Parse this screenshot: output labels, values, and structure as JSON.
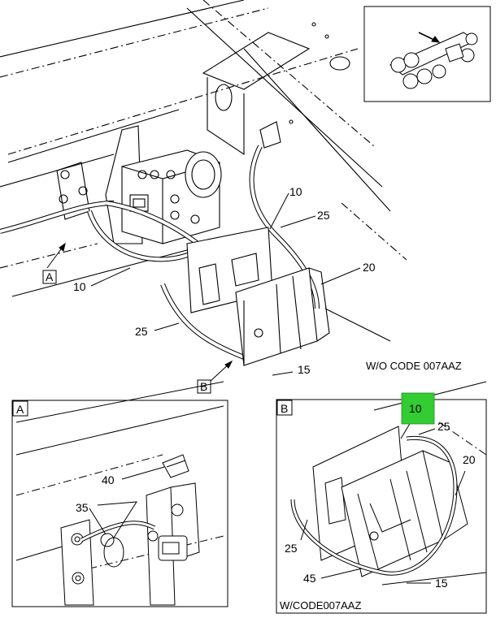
{
  "main": {
    "callouts": [
      "10",
      "25",
      "20",
      "10",
      "25",
      "15"
    ],
    "view_tags": [
      "A",
      "B"
    ],
    "caption": "W/O CODE 007AAZ"
  },
  "detail_a": {
    "tag": "A",
    "callouts": [
      "40",
      "35"
    ]
  },
  "detail_b": {
    "tag": "B",
    "callouts": [
      "10",
      "25",
      "20",
      "25",
      "45",
      "15"
    ],
    "caption": "W/CODE007AAZ",
    "highlight_color": "#33cc33"
  }
}
